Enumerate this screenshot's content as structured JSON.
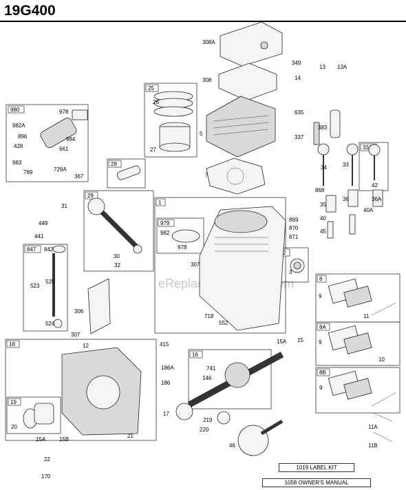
{
  "title": "19G400",
  "watermark": "eReplacementParts.com",
  "kits": [
    {
      "text": "1019 LABEL KIT"
    },
    {
      "text": "1058 OWNER'S MANUAL"
    }
  ],
  "box_tags": [
    "980",
    "25",
    "28",
    "29",
    "1",
    "979",
    "2",
    "847",
    "18",
    "19",
    "16",
    "8",
    "8A",
    "8B",
    "33A"
  ],
  "labels": [
    "308A",
    "349",
    "13",
    "13A",
    "14",
    "308",
    "26",
    "27",
    "5",
    "978",
    "982A",
    "896",
    "984",
    "428",
    "661",
    "983",
    "789",
    "729A",
    "367",
    "7",
    "635",
    "383",
    "337",
    "34",
    "33",
    "42",
    "868",
    "36",
    "36A",
    "31",
    "449",
    "441",
    "842",
    "523",
    "525",
    "524",
    "306",
    "307",
    "30",
    "32",
    "982",
    "978",
    "869",
    "870",
    "871",
    "3",
    "307",
    "718",
    "552",
    "9",
    "11",
    "35",
    "40",
    "40A",
    "45",
    "415",
    "186A",
    "186",
    "15A",
    "15",
    "741",
    "146",
    "9",
    "10",
    "12",
    "17",
    "219",
    "220",
    "46",
    "20",
    "15A",
    "15B",
    "21",
    "22",
    "170",
    "9",
    "11A",
    "11B"
  ]
}
